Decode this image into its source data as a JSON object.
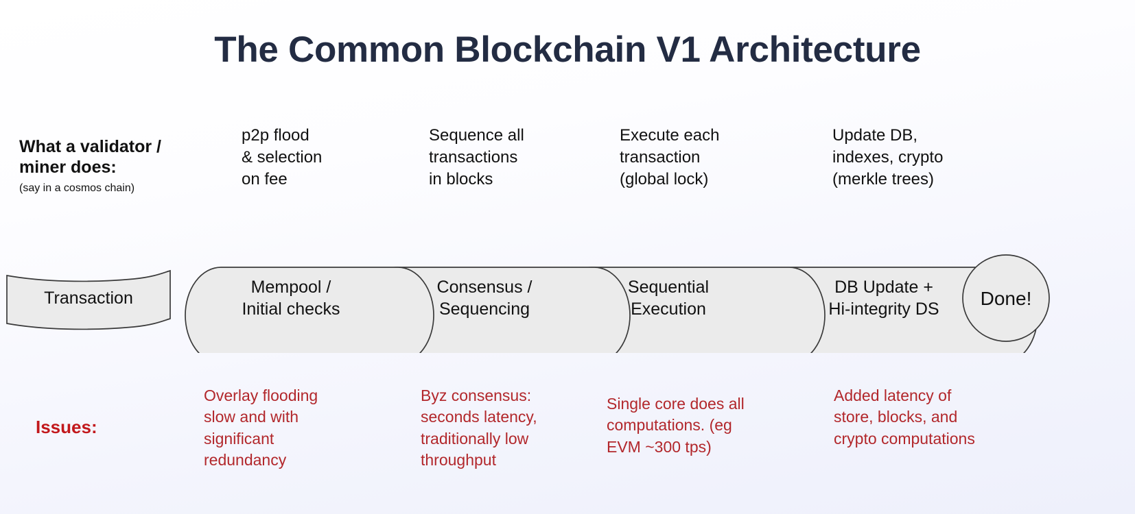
{
  "title": "The Common Blockchain V1 Architecture",
  "colors": {
    "title": "#232c43",
    "shape_fill": "#ebebeb",
    "shape_stroke": "#3a3a3a",
    "issue_text": "#b2272b",
    "issues_label": "#c2181c",
    "background_top": "#ffffff",
    "background_bottom": "#eef0fb"
  },
  "row_labels": {
    "validator_title": "What a validator\n/ miner does:",
    "validator_subtitle": "(say in a cosmos chain)",
    "issues_label": "Issues:"
  },
  "input_shape": {
    "label": "Transaction"
  },
  "final_shape": {
    "label": "Done!"
  },
  "stages": [
    {
      "description": "p2p flood\n& selection\non fee",
      "stage_label": "Mempool /\nInitial checks",
      "stage_line1": "Mempool /",
      "stage_line2": "Initial checks",
      "issue": "Overlay flooding\nslow and with\nsignificant\nredundancy"
    },
    {
      "description": "Sequence all\ntransactions\nin blocks",
      "stage_label": "Consensus /\nSequencing",
      "stage_line1": "Consensus /",
      "stage_line2": "Sequencing",
      "issue": "Byz consensus:\nseconds latency,\ntraditionally low\nthroughput"
    },
    {
      "description": "Execute each\ntransaction\n(global lock)",
      "stage_label": "Sequential\nExecution",
      "stage_line1": "Sequential",
      "stage_line2": "Execution",
      "issue": "Single core does all\ncomputations. (eg\nEVM ~300 tps)"
    },
    {
      "description": "Update DB,\nindexes, crypto\n(merkle trees)",
      "stage_label": "DB Update +\nHi-integrity DS",
      "stage_line1": "DB Update +",
      "stage_line2": "Hi-integrity DS",
      "issue": "Added latency of\nstore, blocks, and\ncrypto computations"
    }
  ]
}
